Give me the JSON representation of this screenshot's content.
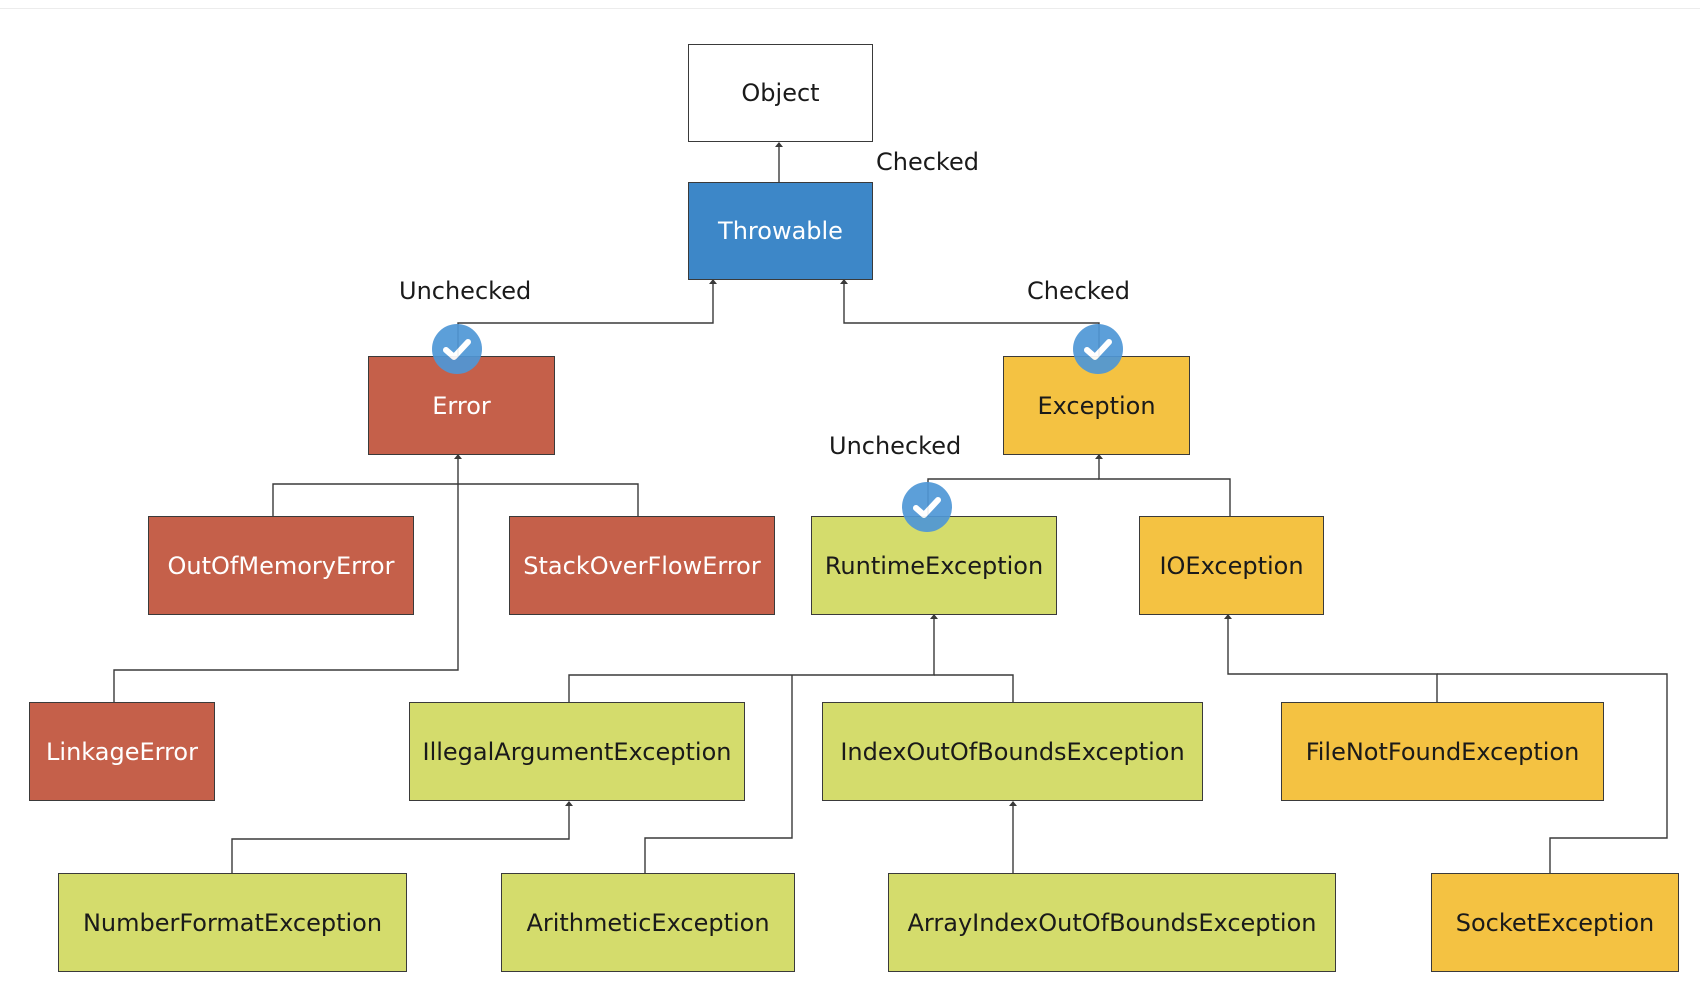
{
  "nodes": {
    "object": "Object",
    "throwable": "Throwable",
    "error": "Error",
    "exception": "Exception",
    "out_of_memory_error": "OutOfMemoryError",
    "stack_overflow_error": "StackOverFlowError",
    "linkage_error": "LinkageError",
    "runtime_exception": "RuntimeException",
    "io_exception": "IOException",
    "illegal_argument_exception": "IllegalArgumentException",
    "index_out_of_bounds_exception": "IndexOutOfBoundsException",
    "file_not_found_exception": "FileNotFoundException",
    "number_format_exception": "NumberFormatException",
    "arithmetic_exception": "ArithmeticException",
    "array_index_out_of_bounds_exception": "ArrayIndexOutOfBoundsException",
    "socket_exception": "SocketException"
  },
  "labels": {
    "throwable_checked": "Checked",
    "error_unchecked": "Unchecked",
    "exception_checked": "Checked",
    "runtime_unchecked": "Unchecked"
  },
  "badges": {
    "icon": "check-icon"
  },
  "colors": {
    "throwable": "#3d87c8",
    "error": "#c5604a",
    "exception": "#f4c242",
    "runtime": "#d4dc6c",
    "badge": "#4f97d6"
  }
}
